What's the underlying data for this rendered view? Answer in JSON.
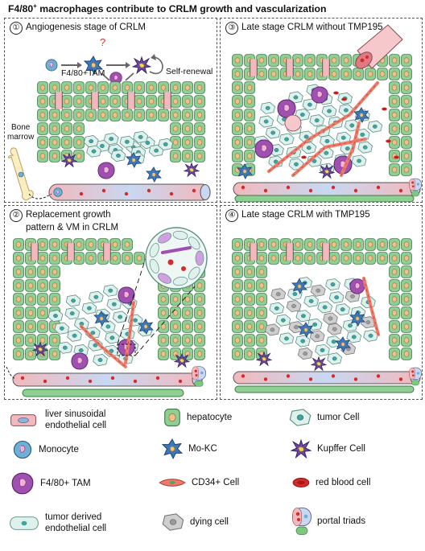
{
  "title": {
    "pre": "F4/80",
    "sup": "+",
    "post": " macrophages contribute to CRLM growth and vascularization"
  },
  "panels": [
    {
      "num": "①",
      "title": "Angiogenesis stage of CRLM"
    },
    {
      "num": "②",
      "title_line1": "Replacement growth",
      "title_line2": "pattern & VM in CRLM"
    },
    {
      "num": "③",
      "title": "Late stage CRLM without TMP195"
    },
    {
      "num": "④",
      "title": "Late stage CRLM with TMP195"
    }
  ],
  "panel1_labels": {
    "tam": "F4/80+TAM",
    "self_renewal": "Self-renewal",
    "question": "?",
    "bone_line1": "Bone",
    "bone_line2": "marrow"
  },
  "legend": [
    {
      "icon": "liver-sinusoidal-endothelial-cell-icon",
      "line1": "liver sinusoidal",
      "line2": "endothelial cell"
    },
    {
      "icon": "hepatocyte-icon",
      "line1": "hepatocyte"
    },
    {
      "icon": "tumor-cell-icon",
      "line1": "tumor Cell"
    },
    {
      "icon": "monocyte-icon",
      "line1": "Monocyte"
    },
    {
      "icon": "mo-kc-icon",
      "line1": "Mo-KC"
    },
    {
      "icon": "kupffer-cell-icon",
      "line1": "Kupffer Cell"
    },
    {
      "icon": "f480-tam-icon",
      "line1": "F4/80+ TAM"
    },
    {
      "icon": "cd34-cell-icon",
      "line1": "CD34+ Cell"
    },
    {
      "icon": "red-blood-cell-icon",
      "line1": "red blood cell"
    },
    {
      "icon": "tumor-derived-endothelial-cell-icon",
      "line1": "tumor derived",
      "line2": "endothelial cell"
    },
    {
      "icon": "dying-cell-icon",
      "line1": "dying cell"
    },
    {
      "icon": "portal-triads-icon",
      "line1": "portal triads"
    }
  ],
  "colors": {
    "hepatocyte": "#8fcf94",
    "tumor": "#dff1ec",
    "tam": "#a050b0",
    "mokc": "#3d78b8",
    "kupffer": "#6a4aa0",
    "rbc": "#d62a2a",
    "lsec": "#f2b8bc",
    "portal_green": "#7bc97f"
  }
}
